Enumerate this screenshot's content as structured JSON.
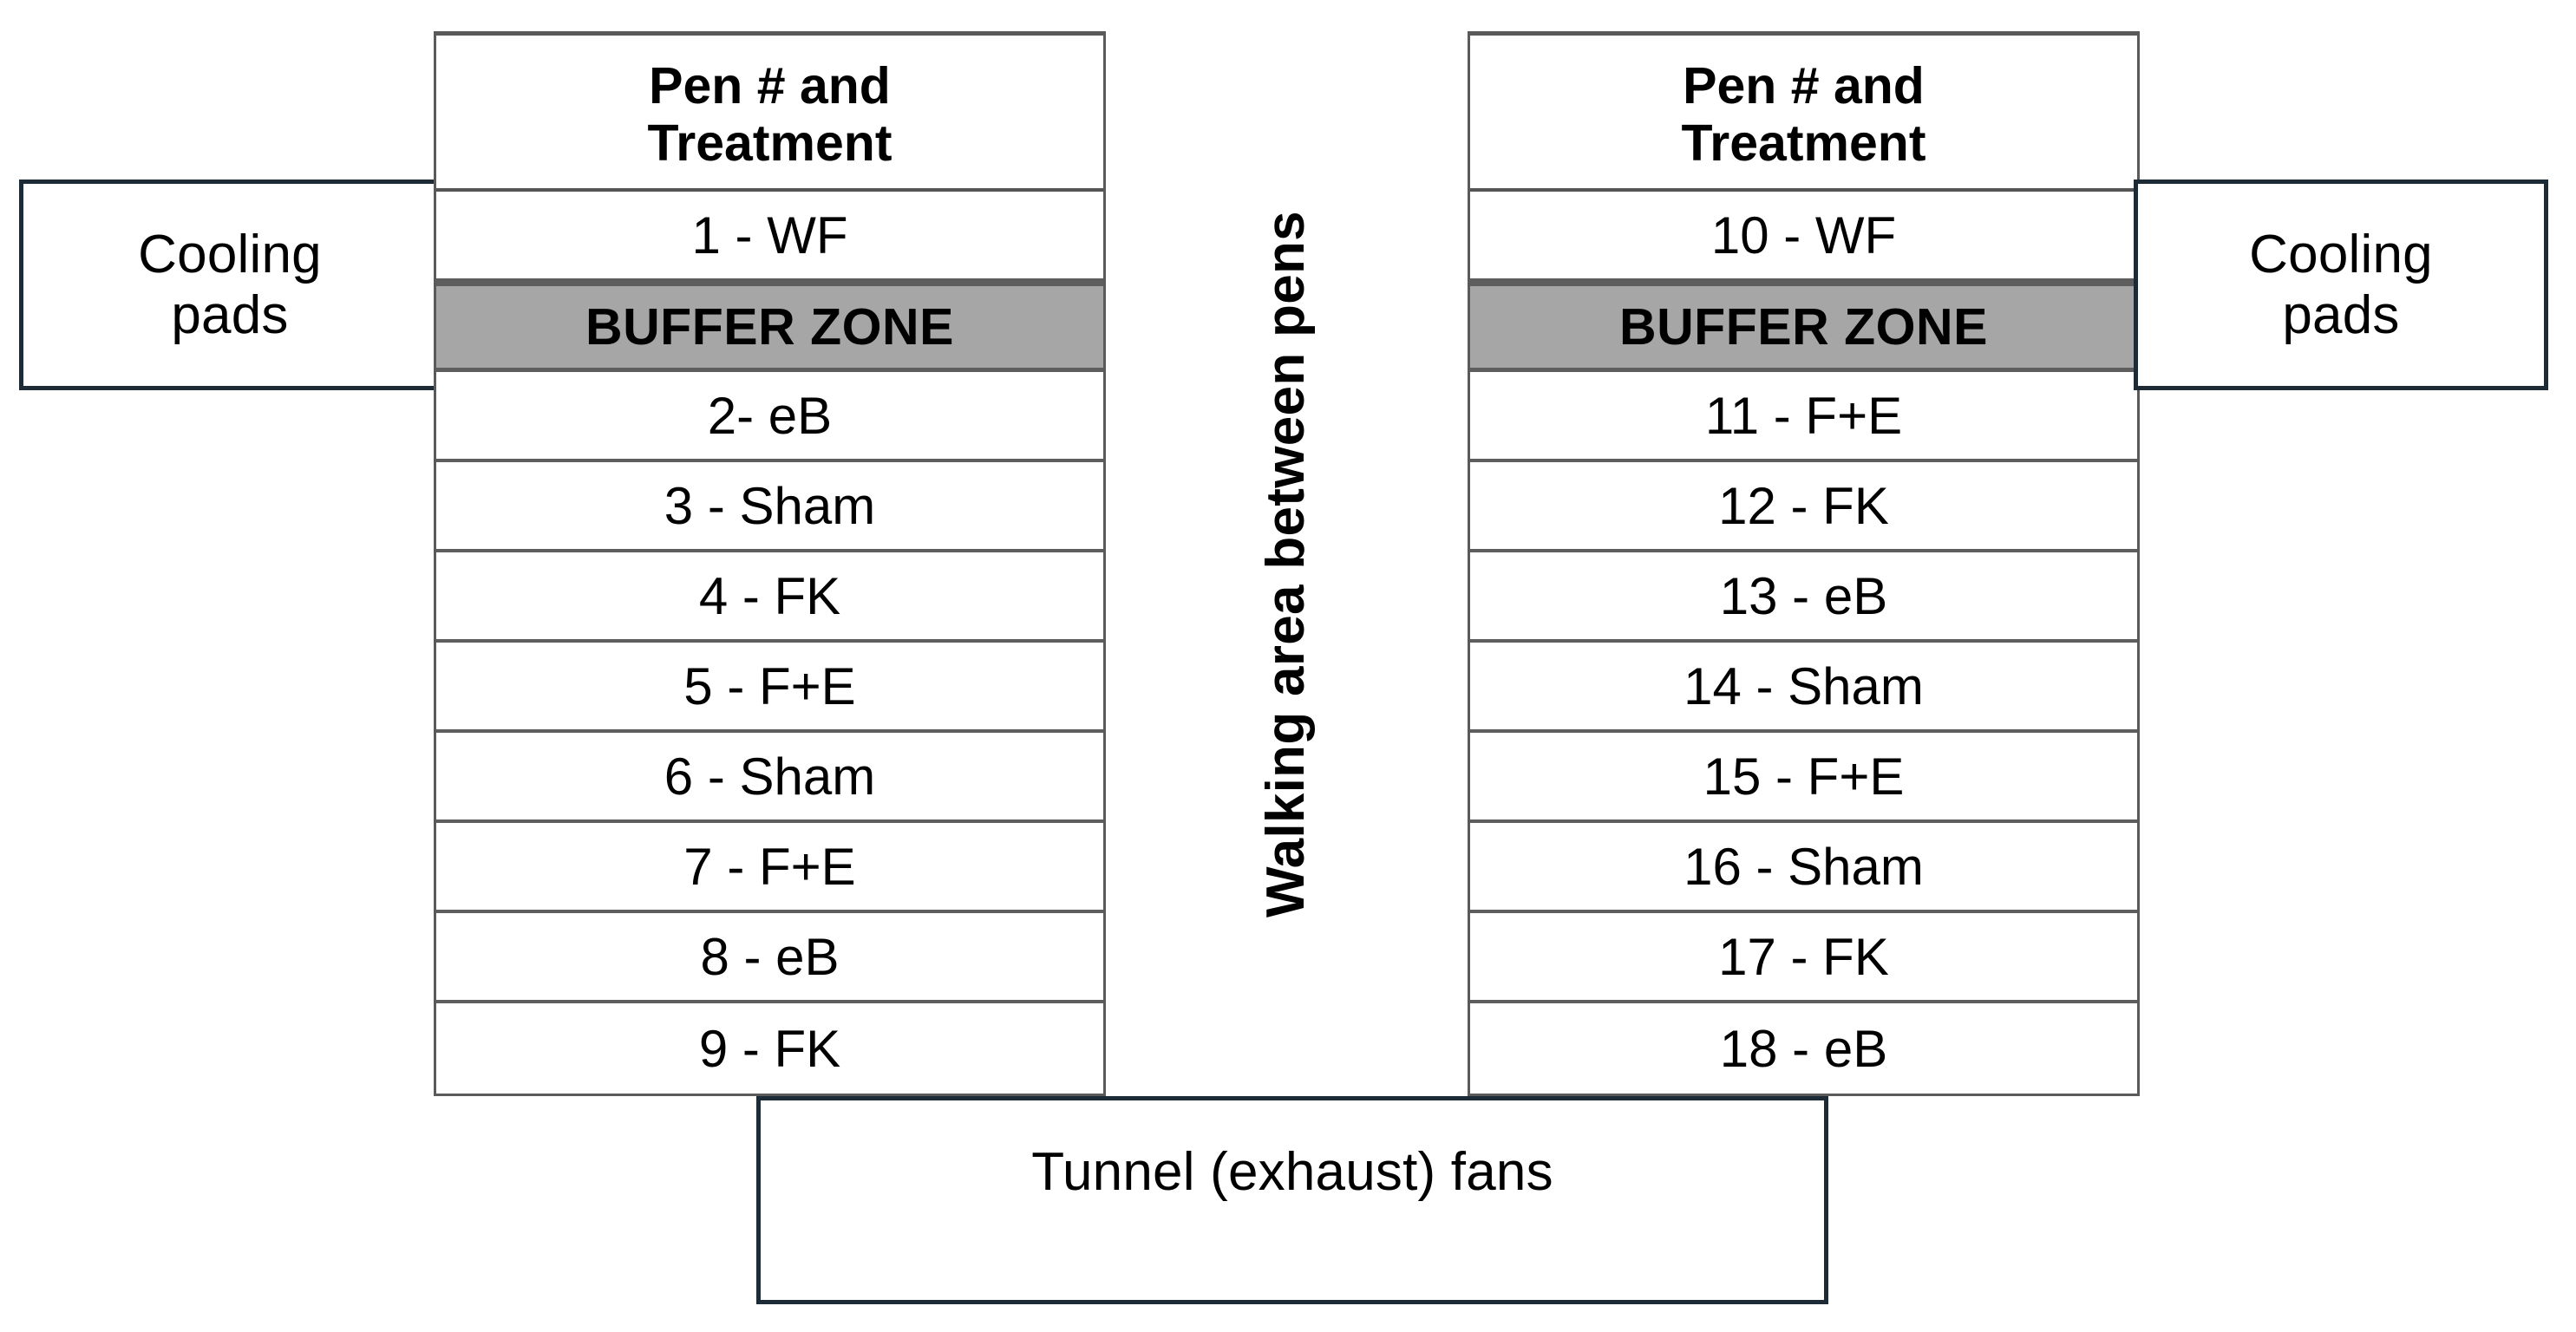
{
  "diagram": {
    "title_hidden": "",
    "cooling_left": {
      "label": "Cooling\npads",
      "line1": "Cooling",
      "line2": "pads"
    },
    "cooling_right": {
      "label": "Cooling\npads",
      "line1": "Cooling",
      "line2": "pads"
    },
    "walking_area": {
      "label": "Walking area between pens"
    },
    "tunnel_fans": {
      "label": "Tunnel (exhaust) fans"
    },
    "colors": {
      "box_border": "#1d2b36",
      "table_border": "#5a5a5a",
      "row_divider": "#5e5e5e",
      "buffer_fill": "#a6a6a6",
      "background": "#ffffff",
      "text": "#000000"
    },
    "tables": {
      "left": {
        "header_line1": "Pen # and",
        "header_line2": "Treatment",
        "rows": [
          {
            "label": "1 - WF",
            "type": "pen"
          },
          {
            "label": "BUFFER ZONE",
            "type": "buffer"
          },
          {
            "label": "2- eB",
            "type": "pen"
          },
          {
            "label": "3 - Sham",
            "type": "pen"
          },
          {
            "label": "4 - FK",
            "type": "pen"
          },
          {
            "label": "5 - F+E",
            "type": "pen"
          },
          {
            "label": "6 - Sham",
            "type": "pen"
          },
          {
            "label": "7 - F+E",
            "type": "pen"
          },
          {
            "label": "8 - eB",
            "type": "pen"
          },
          {
            "label": "9 - FK",
            "type": "pen"
          }
        ]
      },
      "right": {
        "header_line1": "Pen # and",
        "header_line2": "Treatment",
        "rows": [
          {
            "label": "10 - WF",
            "type": "pen"
          },
          {
            "label": "BUFFER ZONE",
            "type": "buffer"
          },
          {
            "label": "11 - F+E",
            "type": "pen"
          },
          {
            "label": "12 - FK",
            "type": "pen"
          },
          {
            "label": "13 - eB",
            "type": "pen"
          },
          {
            "label": "14 - Sham",
            "type": "pen"
          },
          {
            "label": "15 - F+E",
            "type": "pen"
          },
          {
            "label": "16 - Sham",
            "type": "pen"
          },
          {
            "label": "17 - FK",
            "type": "pen"
          },
          {
            "label": "18 - eB",
            "type": "pen"
          }
        ]
      }
    }
  }
}
